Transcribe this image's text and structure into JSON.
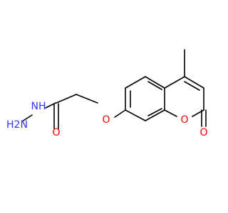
{
  "molecule": {
    "atoms": {
      "h2n": "H2N",
      "nh": "NH",
      "o_carbonyl": "O",
      "o_ether": "O",
      "o_ring": "O",
      "o_lactone": "O"
    }
  },
  "colors": {
    "bond": "#000000",
    "nitrogen": "#3333ff",
    "oxygen": "#ff0000"
  }
}
